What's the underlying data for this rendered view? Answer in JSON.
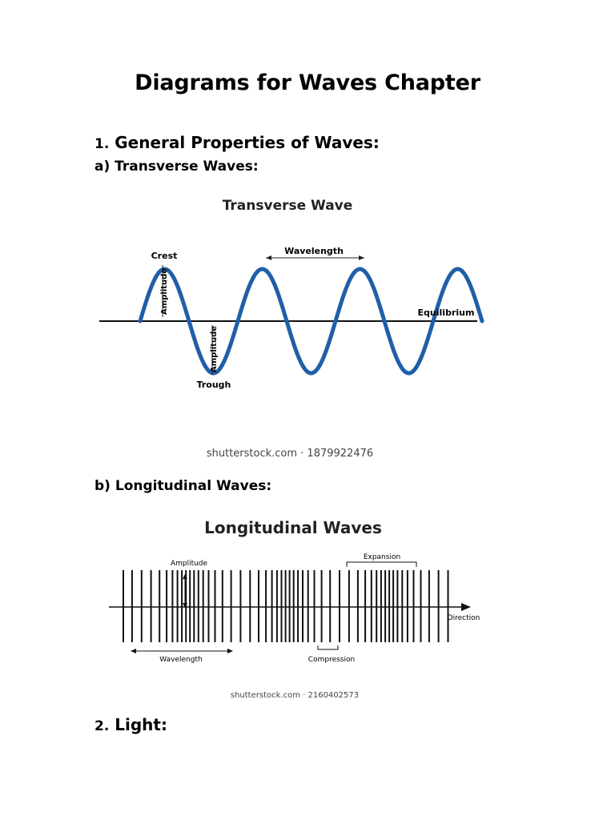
{
  "document": {
    "title": "Diagrams for Waves Chapter",
    "section1": {
      "number": "1.",
      "heading": "General Properties of Waves:"
    },
    "section1a": {
      "heading": "a) Transverse Waves:"
    },
    "section1b": {
      "heading": "b) Longitudinal Waves:"
    },
    "section2": {
      "number": "2.",
      "heading": "Light:"
    }
  },
  "transverse_figure": {
    "title": "Transverse Wave",
    "labels": {
      "crest": "Crest",
      "trough": "Trough",
      "amplitude_top": "Amplitude",
      "amplitude_bottom": "Amplitude",
      "wavelength": "Wavelength",
      "equilibrium": "Equilibrium"
    },
    "credit": "shutterstock.com · 1879922476",
    "wave_color": "#1f5fa8",
    "cycles": 3.5
  },
  "longitudinal_figure": {
    "title": "Longitudinal Waves",
    "labels": {
      "amplitude": "Amplitude",
      "expansion": "Expansion",
      "direction": "Direction",
      "wavelength": "Wavelength",
      "compression": "Compression"
    },
    "credit": "shutterstock.com · 2160402573"
  }
}
